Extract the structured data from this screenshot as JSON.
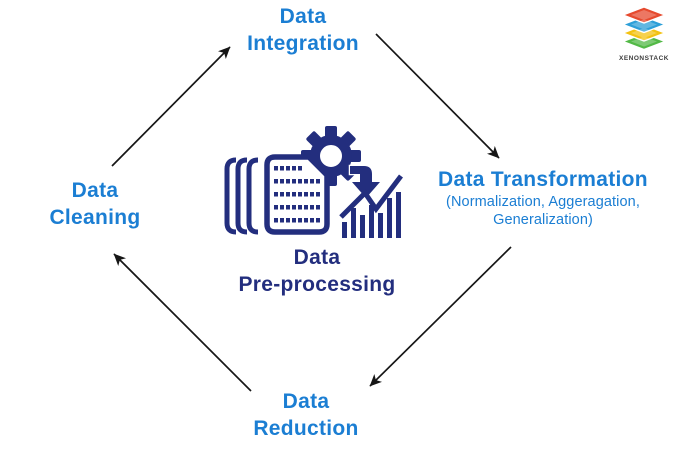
{
  "canvas": {
    "background": "#ffffff"
  },
  "cycle": {
    "center": {
      "line1": "Data",
      "line2": "Pre-processing"
    },
    "integration": {
      "line1": "Data",
      "line2": "Integration"
    },
    "transformation": {
      "title": "Data Transformation",
      "subtitle1": "(Normalization, Aggeragation,",
      "subtitle2": "Generalization)"
    },
    "cleaning": {
      "line1": "Data",
      "line2": "Cleaning"
    },
    "reduction": {
      "line1": "Data",
      "line2": "Reduction"
    },
    "edges": [
      {
        "from": "Data Cleaning",
        "to": "Data Integration"
      },
      {
        "from": "Data Integration",
        "to": "Data Transformation"
      },
      {
        "from": "Data Transformation",
        "to": "Data Reduction"
      },
      {
        "from": "Data Reduction",
        "to": "Data Cleaning"
      }
    ]
  },
  "colors": {
    "node_label_blue": "#1b7ed3",
    "icon_navy": "#232e7e",
    "arrow_black": "#161616"
  },
  "brand": {
    "name": "XENONSTACK",
    "layer_colors": [
      "#e64a2e",
      "#2d9fd8",
      "#f3c212",
      "#52b946"
    ]
  }
}
